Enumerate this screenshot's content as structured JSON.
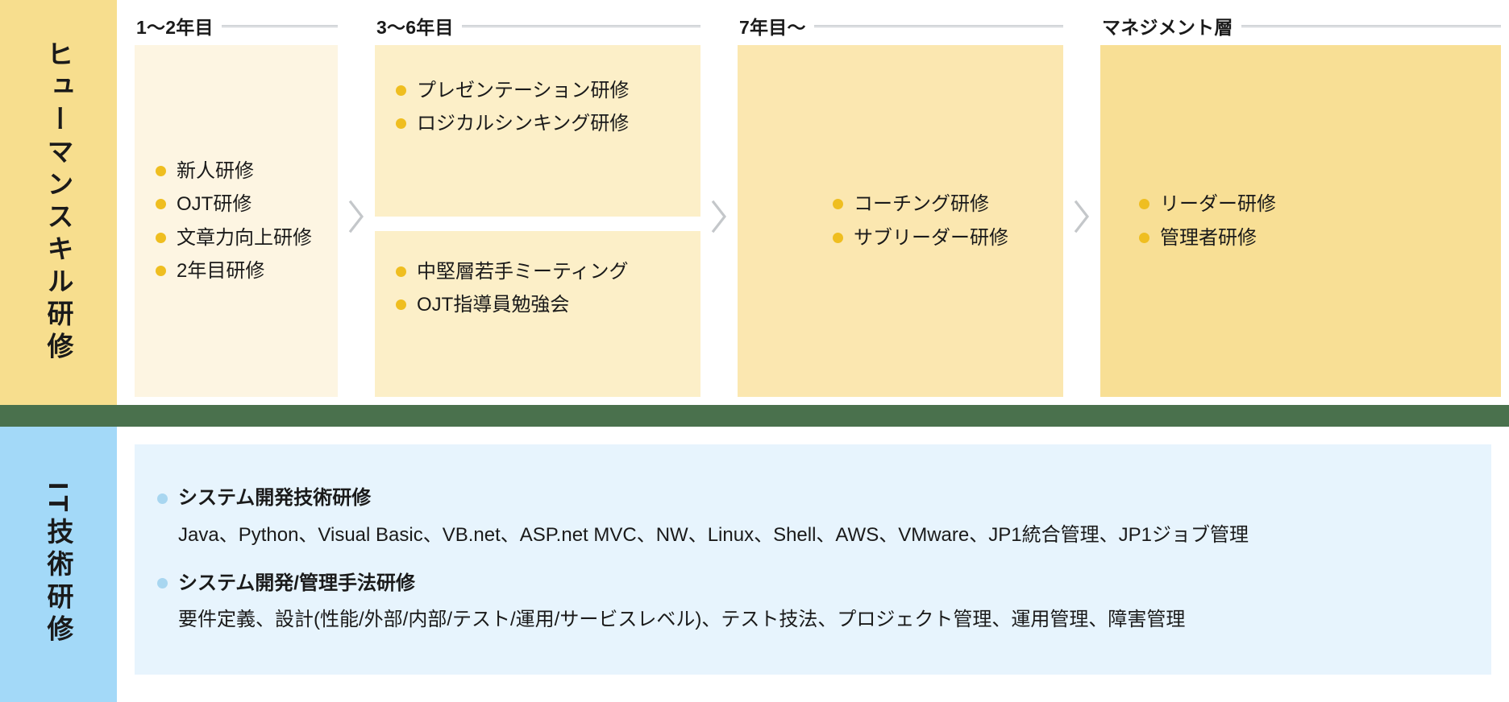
{
  "sections": {
    "human_skill": {
      "sidebar_label": "ヒューマンスキル研修",
      "sidebar_color": "#F7DE8E",
      "stages": [
        {
          "title": "1〜2年目",
          "cards": [
            {
              "tone": "tone-1",
              "items": [
                "新人研修",
                "OJT研修",
                "文章力向上研修",
                "2年目研修"
              ]
            }
          ]
        },
        {
          "title": "3〜6年目",
          "cards": [
            {
              "tone": "tone-2",
              "items": [
                "プレゼンテーション研修",
                "ロジカルシンキング研修"
              ]
            },
            {
              "tone": "tone-2",
              "items": [
                "中堅層若手ミーティング",
                "OJT指導員勉強会"
              ]
            }
          ]
        },
        {
          "title": "7年目〜",
          "cards": [
            {
              "tone": "tone-3",
              "items": [
                "コーチング研修",
                "サブリーダー研修"
              ]
            }
          ]
        },
        {
          "title": "マネジメント層",
          "cards": [
            {
              "tone": "tone-4",
              "items": [
                "リーダー研修",
                "管理者研修"
              ]
            }
          ]
        }
      ],
      "bullet_color": "#EFBE20",
      "arrow_icon": "chevron-right-icon"
    },
    "divider_color": "#4A714D",
    "it_skill": {
      "sidebar_label": "IT技術研修",
      "sidebar_color": "#A3D9F8",
      "panel_color": "#E7F4FD",
      "bullet_color": "#A8D6F0",
      "groups": [
        {
          "heading": "システム開発技術研修",
          "detail": "Java、Python、Visual Basic、VB.net、ASP.net MVC、NW、Linux、Shell、AWS、VMware、JP1統合管理、JP1ジョブ管理"
        },
        {
          "heading": "システム開発/管理手法研修",
          "detail": "要件定義、設計(性能/外部/内部/テスト/運用/サービスレベル)、テスト技法、プロジェクト管理、運用管理、障害管理"
        }
      ]
    }
  }
}
